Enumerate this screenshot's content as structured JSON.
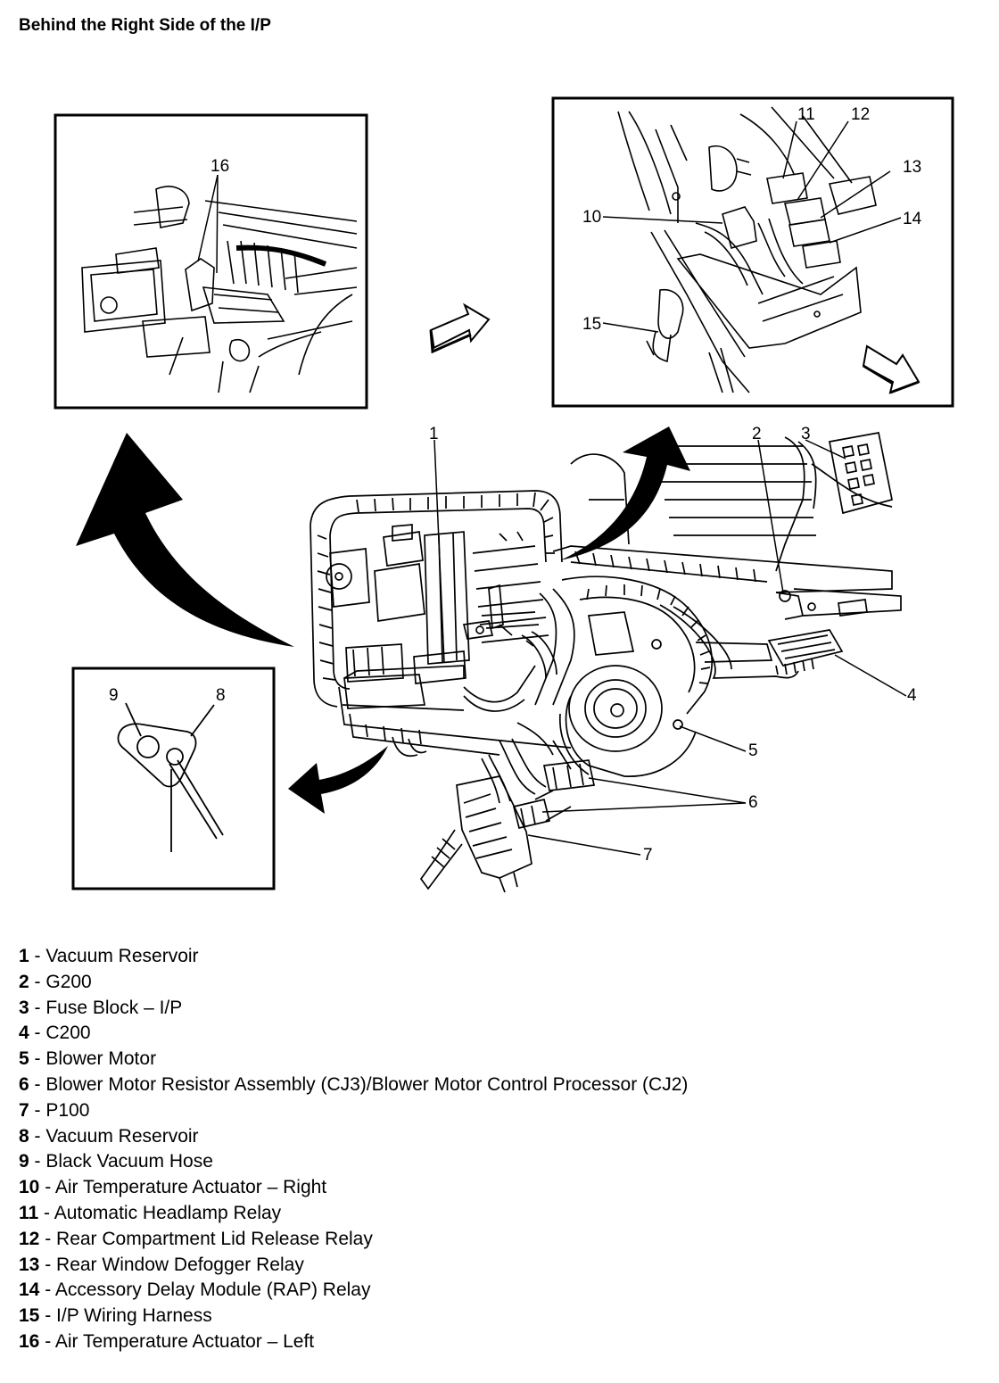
{
  "title": "Behind the Right Side of the I/P",
  "callouts": [
    "1",
    "2",
    "3",
    "4",
    "5",
    "6",
    "7",
    "8",
    "9",
    "10",
    "11",
    "12",
    "13",
    "14",
    "15",
    "16"
  ],
  "legend": [
    {
      "num": "1",
      "label": "Vacuum Reservoir"
    },
    {
      "num": "2",
      "label": "G200"
    },
    {
      "num": "3",
      "label": "Fuse Block – I/P"
    },
    {
      "num": "4",
      "label": "C200"
    },
    {
      "num": "5",
      "label": "Blower Motor"
    },
    {
      "num": "6",
      "label": "Blower Motor Resistor Assembly (CJ3)/Blower Motor Control Processor (CJ2)"
    },
    {
      "num": "7",
      "label": "P100"
    },
    {
      "num": "8",
      "label": "Vacuum Reservoir"
    },
    {
      "num": "9",
      "label": "Black Vacuum Hose"
    },
    {
      "num": "10",
      "label": "Air Temperature Actuator – Right"
    },
    {
      "num": "11",
      "label": "Automatic Headlamp Relay"
    },
    {
      "num": "12",
      "label": "Rear Compartment Lid Release Relay"
    },
    {
      "num": "13",
      "label": "Rear Window Defogger Relay"
    },
    {
      "num": "14",
      "label": "Accessory Delay Module (RAP) Relay"
    },
    {
      "num": "15",
      "label": "I/P Wiring Harness"
    },
    {
      "num": "16",
      "label": "Air Temperature Actuator – Left"
    }
  ]
}
